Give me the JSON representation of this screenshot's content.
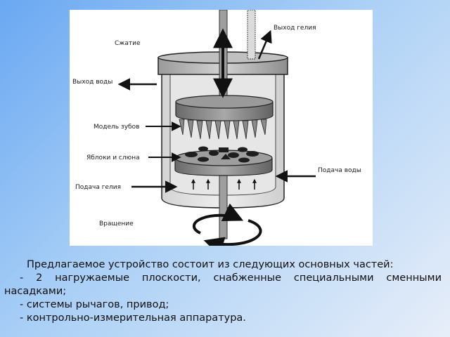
{
  "diagram": {
    "labels": {
      "compression": "Сжатие",
      "water_out": "Выход воды",
      "teeth_model": "Модель зубов",
      "apples_saliva": "Яблоки и слюна",
      "helium_in": "Подача гелия",
      "rotation": "Вращение",
      "helium_out": "Выход гелия",
      "water_in": "Подача воды"
    }
  },
  "text": {
    "intro": "Предлагаемое устройство состоит из следующих основных частей:",
    "items": [
      "- 2 нагружаемые плоскости, снабженные специальными сменными насадками;",
      "- системы рычагов, привод;",
      "- контрольно-измерительная аппаратура."
    ]
  }
}
